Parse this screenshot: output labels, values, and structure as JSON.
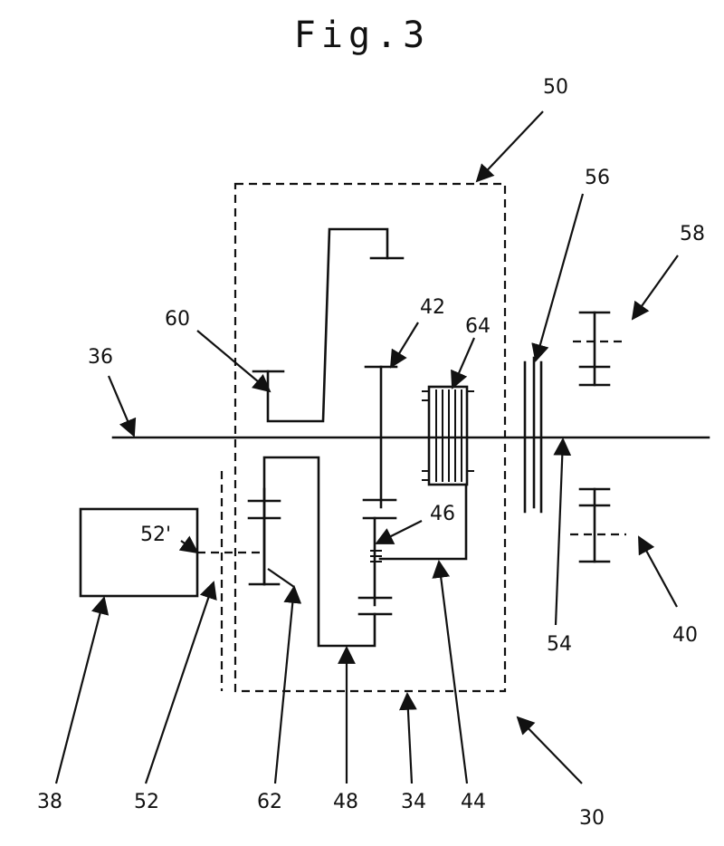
{
  "figure_title": "Fig.3",
  "labels": {
    "l50": "50",
    "l56": "56",
    "l58": "58",
    "l60": "60",
    "l42": "42",
    "l64": "64",
    "l36": "36",
    "l46": "46",
    "l52p": "52'",
    "l40": "40",
    "l54": "54",
    "l38": "38",
    "l52": "52",
    "l62": "62",
    "l48": "48",
    "l34": "34",
    "l44": "44",
    "l30": "30"
  }
}
